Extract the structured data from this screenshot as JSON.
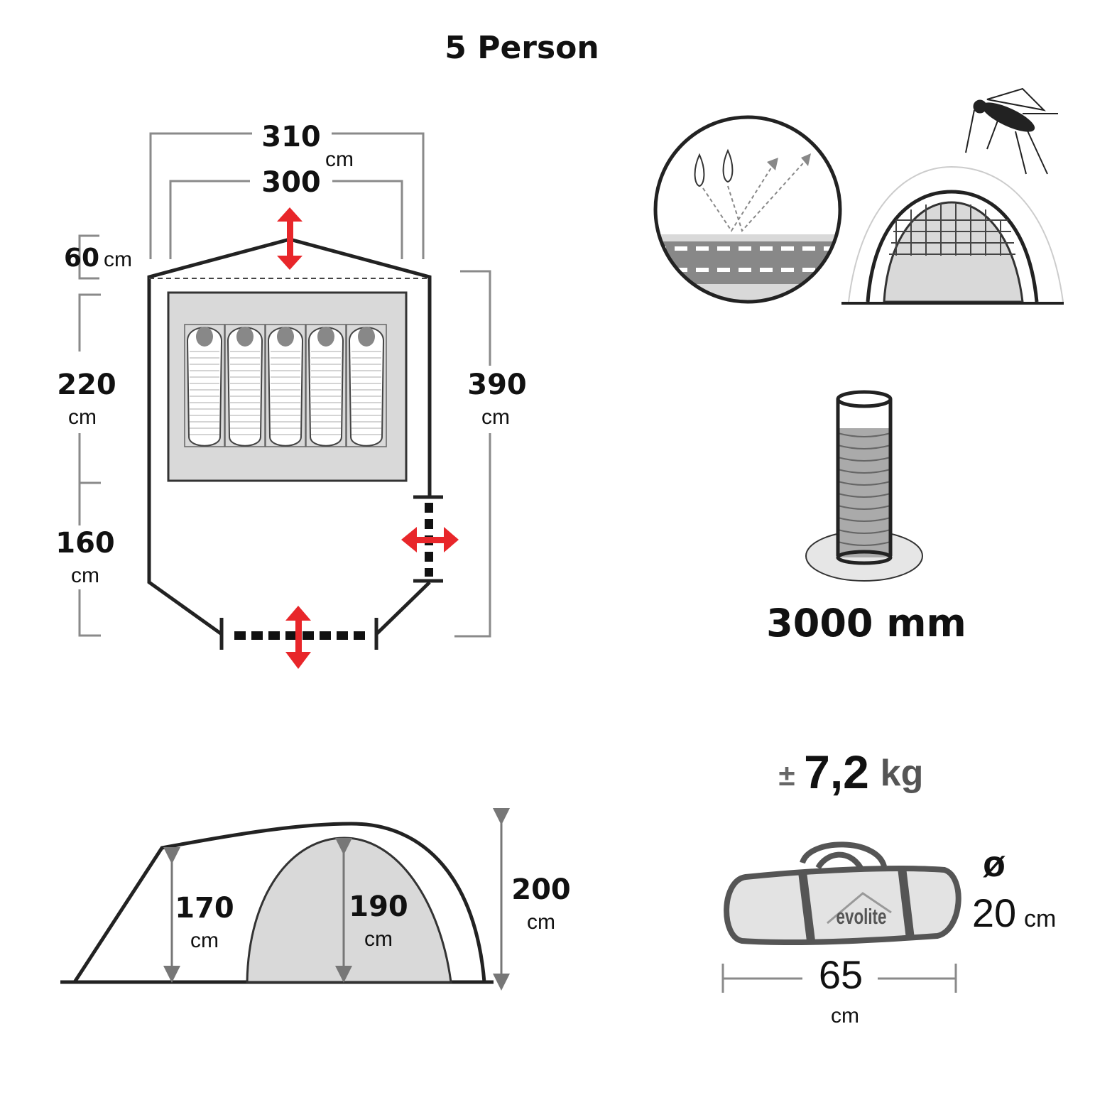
{
  "title": "5 Person",
  "floor_plan": {
    "outer_width": "310",
    "outer_width_unit": "cm",
    "inner_width": "300",
    "vestibule_depth": "60",
    "vestibule_depth_unit": "cm",
    "inner_length": "220",
    "inner_length_unit": "cm",
    "front_length": "160",
    "front_length_unit": "cm",
    "total_length": "390",
    "total_length_unit": "cm",
    "sleeping_bags": 5
  },
  "side_view": {
    "vestibule_height": "170",
    "vestibule_height_unit": "cm",
    "inner_height": "190",
    "inner_height_unit": "cm",
    "total_height": "200",
    "total_height_unit": "cm"
  },
  "waterproof": {
    "value": "3000 mm"
  },
  "weight": {
    "prefix": "±",
    "value": "7,2",
    "unit": "kg"
  },
  "pack": {
    "brand": "evolite",
    "diameter_symbol": "ø",
    "diameter": "20",
    "diameter_unit": "cm",
    "length": "65",
    "length_unit": "cm"
  },
  "colors": {
    "accent": "#e8262a",
    "fill": "#d9d9d9",
    "dim": "#8a8a8a"
  }
}
